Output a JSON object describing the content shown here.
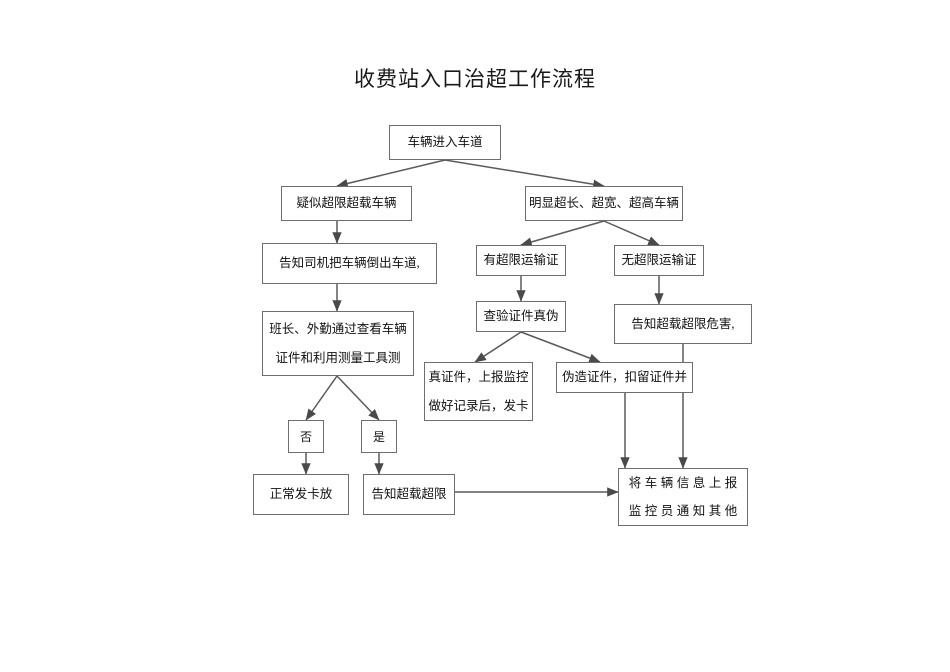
{
  "document": {
    "title": "收费站入口治超工作流程",
    "background_color": "#ffffff",
    "line_color": "#5a5a5a",
    "box_border_color": "#6e6e6e",
    "text_color": "#111111"
  },
  "chart_data": {
    "type": "diagram",
    "title": "收费站入口治超工作流程",
    "nodes": [
      {
        "id": "n1",
        "label": "车辆进入车道",
        "lines": [
          "车辆进入车道"
        ]
      },
      {
        "id": "n2",
        "label": "疑似超限超载车辆",
        "lines": [
          "疑似超限超载车辆"
        ]
      },
      {
        "id": "n3",
        "label": "明显超长、超宽、超高车辆",
        "lines": [
          "明显超长、超宽、超高车辆"
        ]
      },
      {
        "id": "n4",
        "label": "告知司机把车辆倒出车道，",
        "lines": [
          "告知司机把车辆倒出车道,"
        ]
      },
      {
        "id": "n5",
        "label": "有超限运输证",
        "lines": [
          "有超限运输证"
        ]
      },
      {
        "id": "n6",
        "label": "无超限运输证",
        "lines": [
          "无超限运输证"
        ]
      },
      {
        "id": "n7",
        "label": "班长、外勤通过查看车辆证件和利用测量工具测",
        "lines": [
          "班长、外勤通过查看车辆",
          "证件和利用测量工具测"
        ]
      },
      {
        "id": "n8",
        "label": "查验证件真伪",
        "lines": [
          "查验证件真伪"
        ]
      },
      {
        "id": "n9",
        "label": "告知超载超限危害，",
        "lines": [
          "告知超载超限危害,"
        ]
      },
      {
        "id": "n10",
        "label": "真证件，上报监控做好记录后，发卡",
        "lines": [
          "真证件，上报监控",
          "做好记录后，发卡"
        ]
      },
      {
        "id": "n11",
        "label": "伪造证件，扣留证件并",
        "lines": [
          "伪造证件，扣留证件并"
        ]
      },
      {
        "id": "n12",
        "label": "否",
        "lines": [
          "否"
        ]
      },
      {
        "id": "n13",
        "label": "是",
        "lines": [
          "是"
        ]
      },
      {
        "id": "n14",
        "label": "正常发卡放",
        "lines": [
          "正常发卡放"
        ]
      },
      {
        "id": "n15",
        "label": "告知超载超限",
        "lines": [
          "告知超载超限"
        ]
      },
      {
        "id": "n16",
        "label": "将车辆信息上报监控员通知其他",
        "lines": [
          "将车辆信息上报",
          "监控员通知其他"
        ]
      }
    ],
    "edges": [
      {
        "from": "n1",
        "to": "n2",
        "kind": "branch-left"
      },
      {
        "from": "n1",
        "to": "n3",
        "kind": "branch-right"
      },
      {
        "from": "n2",
        "to": "n4",
        "kind": "vertical"
      },
      {
        "from": "n3",
        "to": "n5",
        "kind": "branch-left"
      },
      {
        "from": "n3",
        "to": "n6",
        "kind": "branch-right"
      },
      {
        "from": "n4",
        "to": "n7",
        "kind": "vertical"
      },
      {
        "from": "n5",
        "to": "n8",
        "kind": "vertical"
      },
      {
        "from": "n6",
        "to": "n9",
        "kind": "vertical"
      },
      {
        "from": "n7",
        "to": "n12",
        "kind": "branch-left"
      },
      {
        "from": "n7",
        "to": "n13",
        "kind": "branch-right"
      },
      {
        "from": "n8",
        "to": "n10",
        "kind": "branch-left"
      },
      {
        "from": "n8",
        "to": "n11",
        "kind": "branch-right"
      },
      {
        "from": "n9",
        "to": "n16",
        "kind": "vertical"
      },
      {
        "from": "n11",
        "to": "n16",
        "kind": "vertical"
      },
      {
        "from": "n12",
        "to": "n14",
        "kind": "vertical"
      },
      {
        "from": "n13",
        "to": "n15",
        "kind": "vertical"
      },
      {
        "from": "n15",
        "to": "n16",
        "kind": "horizontal"
      }
    ]
  }
}
